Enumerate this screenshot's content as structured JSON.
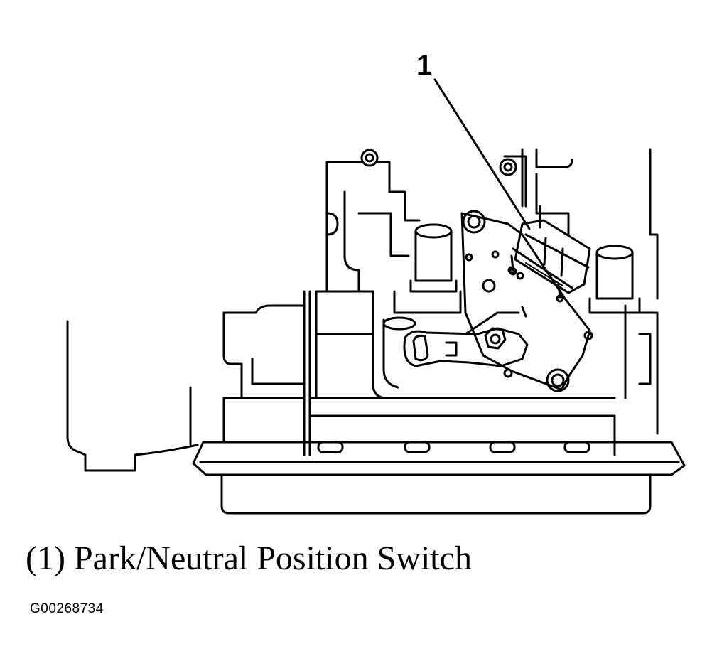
{
  "diagram": {
    "callout_number": "1",
    "caption": "(1) Park/Neutral Position Switch",
    "figure_id": "G00268734"
  },
  "colors": {
    "line": "#000000",
    "background": "#ffffff"
  }
}
